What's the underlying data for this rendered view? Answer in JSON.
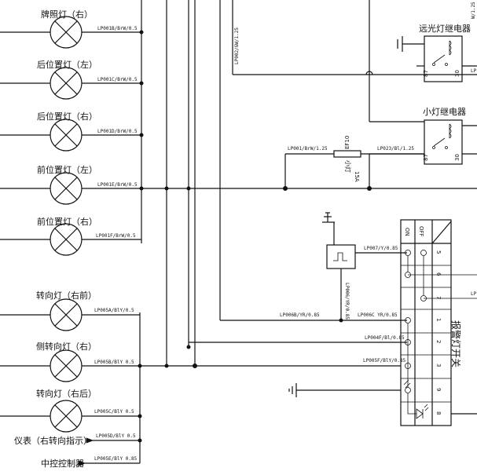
{
  "lamps": [
    {
      "id": "plate-right",
      "label": "牌照灯（右）",
      "wire": "LP001B/BrW/0.5"
    },
    {
      "id": "rear-pos-left",
      "label": "后位置灯（左）",
      "wire": "LP001C/BrW/0.5"
    },
    {
      "id": "rear-pos-right",
      "label": "后位置灯（右）",
      "wire": "LP001D/BrW/0.5"
    },
    {
      "id": "front-pos-left",
      "label": "前位置灯（左）",
      "wire": "LP001E/BrW/0.5"
    },
    {
      "id": "front-pos-right",
      "label": "前位置灯（右）",
      "wire": "LP001F/BrW/0.5"
    },
    {
      "id": "turn-right-front",
      "label": "转向灯（右前）",
      "wire": "LP005A/BlY/0.5"
    },
    {
      "id": "side-turn-right",
      "label": "侧转向灯（右）",
      "wire": "LP005B/BlY 0.5"
    },
    {
      "id": "turn-right-rear",
      "label": "转向灯（右后）",
      "wire": "LP005C/BlY 0.5"
    }
  ],
  "outputs": [
    {
      "id": "instrument",
      "label": "仪表（右转向指示）",
      "wire": "LP005D/BlY 0.5"
    },
    {
      "id": "bcm",
      "label": "中控控制器",
      "wire": "LP005E/BlY 0.85"
    }
  ],
  "relays": {
    "high_beam": {
      "label": "远光灯继电器",
      "pin_a": "87",
      "pin_b": "30"
    },
    "small_lamp": {
      "label": "小灯继电器",
      "pin_a": "87",
      "pin_b": "30"
    }
  },
  "fuse": {
    "id": "EF10",
    "rating": "15A",
    "name": "小灯"
  },
  "wires": {
    "lp001_main": "LP001/BrW/1.25",
    "lp023": "LP023/Bl/1.25",
    "lp002": "LP002/GW/1.25",
    "lp007": "LP007/Y/0.85",
    "lp006": "LP006/YR/0.85",
    "lp006b": "LP006B/YR/0.85",
    "lp006c": "LP006C YR/0.85",
    "lp004f": "LP004F/Bl/0.85",
    "lp005f": "LP005F/BlY/0.85",
    "top_right": "W/1.25"
  },
  "hazard_switch": {
    "label": "报警灯开关",
    "on": "ON",
    "off": "OFF",
    "pins": [
      "5",
      "6",
      "7",
      "1",
      "2",
      "3",
      "9",
      "8"
    ]
  },
  "edge_marks": {
    "top": "LP",
    "mid": "LP"
  }
}
